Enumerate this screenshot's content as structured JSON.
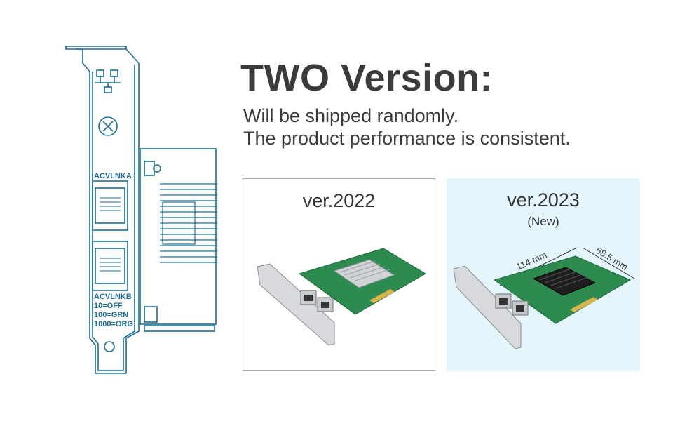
{
  "header": {
    "title": "TWO Version:",
    "line1": "Will be shipped randomly.",
    "line2": "The product performance is consistent."
  },
  "diagram": {
    "label_top": "ACVLNKA",
    "label_bottom": "ACVLNKB",
    "led_1": "10=OFF",
    "led_2": "100=GRN",
    "led_3": "1000=ORG",
    "line_color": "#1c6d96"
  },
  "versions": [
    {
      "label": "ver.2022",
      "note": "",
      "pcb_color": "#2e8b4f",
      "heatsink": "silver"
    },
    {
      "label": "ver.2023",
      "note": "(New)",
      "pcb_color": "#2e8b4f",
      "heatsink": "black",
      "dim_width": "114 mm",
      "dim_height": "68.5 mm"
    }
  ]
}
